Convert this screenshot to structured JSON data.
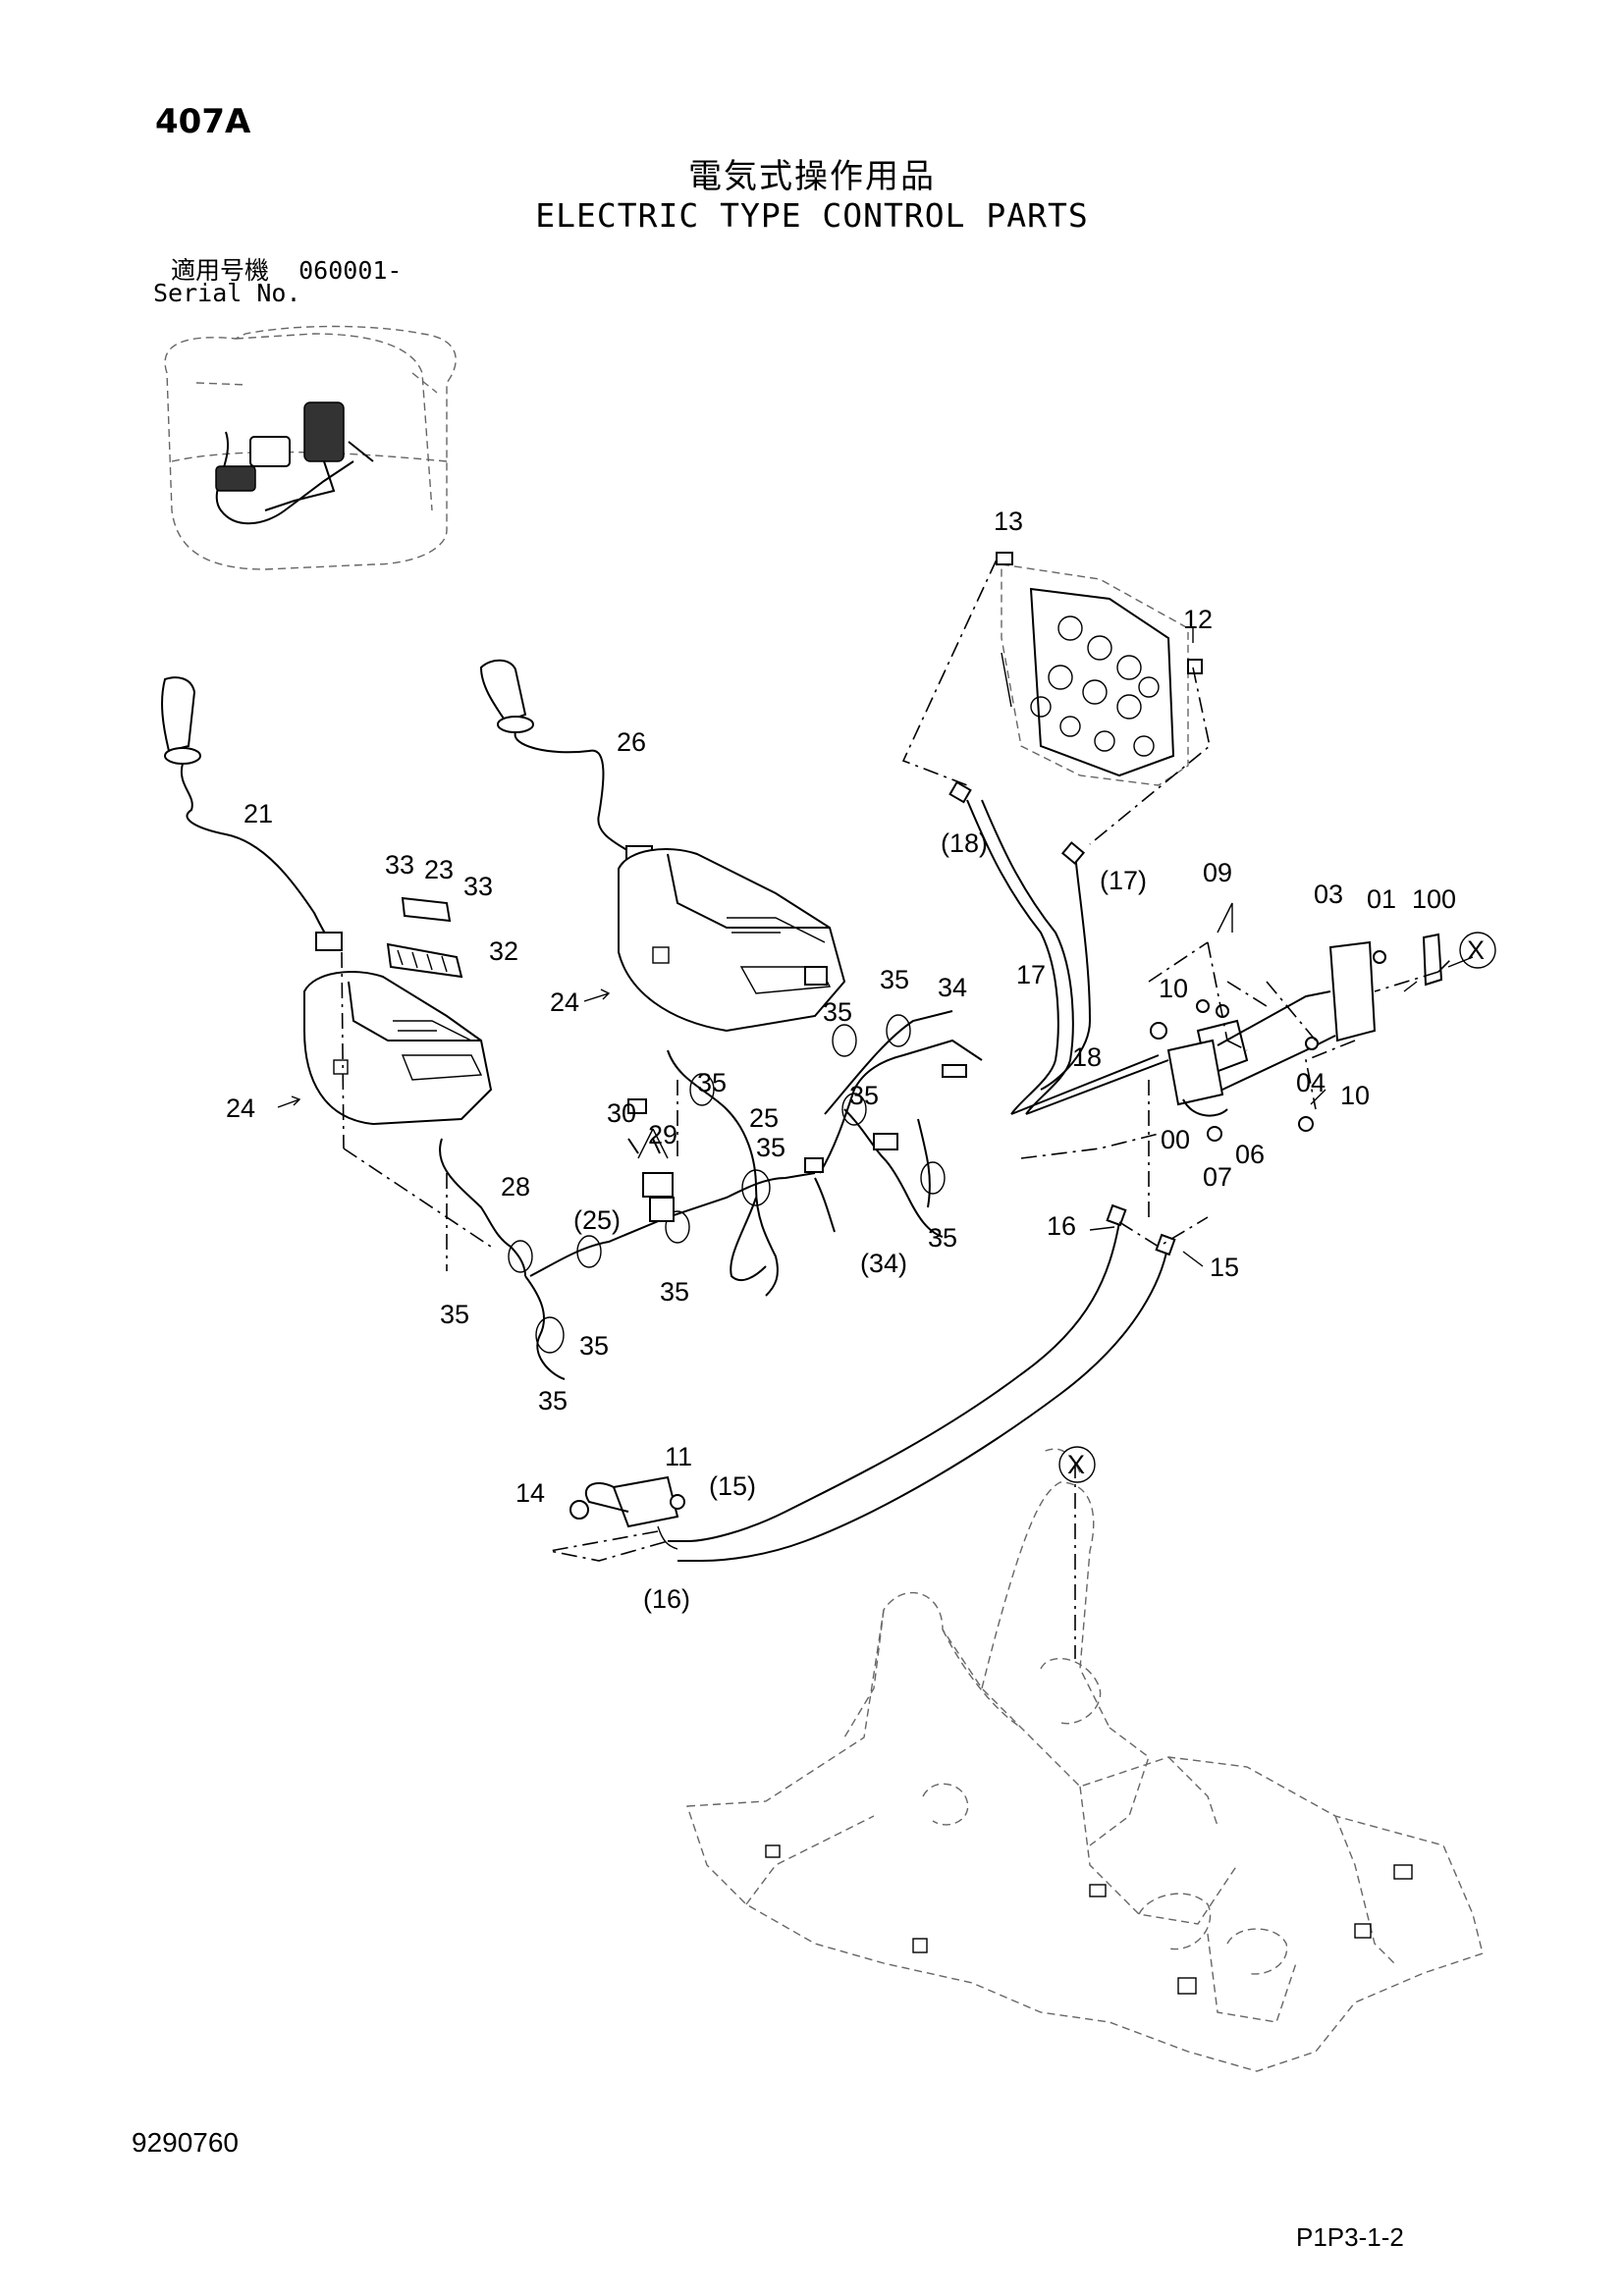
{
  "header": {
    "page_code": "407A",
    "title_ja": "電気式操作用品",
    "title_en": "ELECTRIC TYPE CONTROL PARTS",
    "serial_label_ja": "適用号機",
    "serial_value": "060001-",
    "serial_label_en": "Serial No."
  },
  "footer": {
    "doc_number": "9290760",
    "page_ref": "P1P3-1-2"
  },
  "callouts": {
    "c13": "13",
    "c12": "12",
    "c26": "26",
    "c21": "21",
    "c18p": "(18)",
    "c17p": "(17)",
    "c09": "09",
    "c03": "03",
    "c01": "01",
    "c100": "100",
    "cXtop": "X",
    "c33a": "33",
    "c23": "23",
    "c33b": "33",
    "c32": "32",
    "c24a": "24",
    "c24b": "24",
    "c35a": "35",
    "c34": "34",
    "c17": "17",
    "c10a": "10",
    "c35b": "35",
    "c18": "18",
    "c35c": "35",
    "c35d": "35",
    "c04": "04",
    "c10b": "10",
    "c25": "25",
    "c30": "30",
    "c29": "29",
    "c35e": "35",
    "c00": "00",
    "c06": "06",
    "c07": "07",
    "c28": "28",
    "c25p": "(25)",
    "c35f": "35",
    "c34p": "(34)",
    "c16": "16",
    "c15": "15",
    "c35g": "35",
    "c35h": "35",
    "c35i": "35",
    "c35j": "35",
    "c11": "11",
    "c14": "14",
    "c15p": "(15)",
    "cXbot": "X",
    "c16p": "(16)"
  }
}
